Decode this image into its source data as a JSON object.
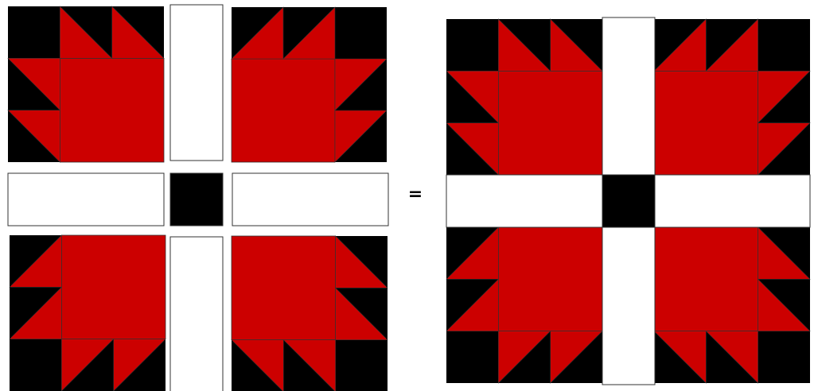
{
  "diagram": {
    "equals_sign": "=",
    "colors": {
      "red": "#cc0000",
      "black": "#000000",
      "white": "#ffffff",
      "outline": "#333333"
    },
    "left_layout": {
      "block_top_left": "bear-paw-block-claws-top-left",
      "block_top_right": "bear-paw-block-claws-top-right",
      "block_bottom_left": "bear-paw-block-claws-bottom-left",
      "block_bottom_right": "bear-paw-block-claws-bottom-right",
      "sashing_strips": 4,
      "cornerstone": "black-square"
    },
    "right_layout": {
      "assembled_quilt_block": "bear-paw-assembled",
      "sashing_strips": 4,
      "cornerstone": "black-square"
    }
  }
}
